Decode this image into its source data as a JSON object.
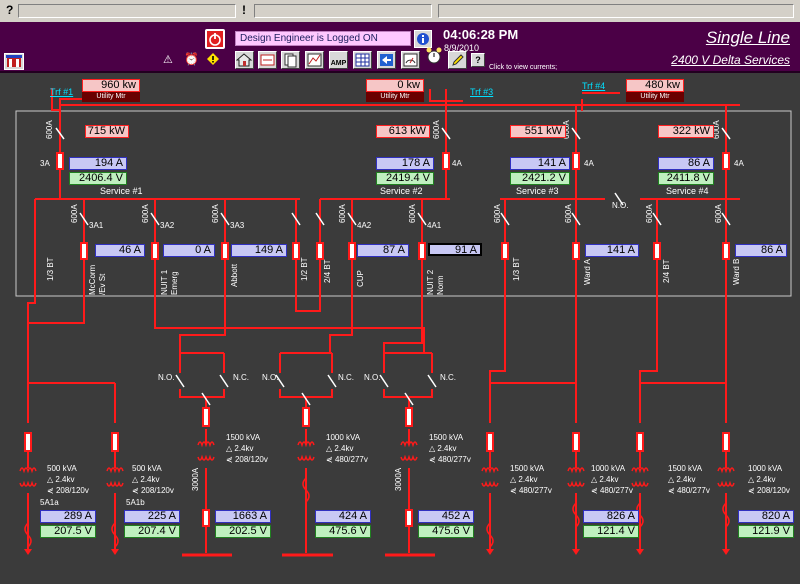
{
  "statusbar": {
    "left_glyph": "?",
    "mid_glyph": "!"
  },
  "header": {
    "login_status": "Design Engineer is Logged ON",
    "time": "04:06:28 PM",
    "date": "8/9/2010",
    "click_hint": "Click to view currents;",
    "title": "Single Line",
    "subtitle": "2400 V Delta Services",
    "toolbar_icons": [
      "home-icon",
      "panel-icon",
      "pages-icon",
      "graph-icon",
      "amp-icon",
      "table-icon",
      "back-icon",
      "meter-icon",
      "alarm-icon",
      "pen-icon",
      "help-icon"
    ],
    "amp_label": "AMP"
  },
  "utility": [
    {
      "trf": "Trf #1",
      "kw": "960 kw",
      "label": "Utility Mtr"
    },
    {
      "trf": "",
      "kw": "0 kw",
      "label": "Utility Mtr"
    },
    {
      "trf": "Trf #3",
      "kw": "",
      "label": ""
    },
    {
      "trf": "Trf #4",
      "kw": "480 kw",
      "label": "Utility Mtr"
    }
  ],
  "services": [
    {
      "name": "Service #1",
      "breaker": "600A",
      "fuse": "3A",
      "kw": "715 kW",
      "amps": "194 A",
      "volts": "2406.4 V"
    },
    {
      "name": "Service #2",
      "breaker": "600A",
      "fuse": "4A",
      "kw": "613 kW",
      "amps": "178 A",
      "volts": "2419.4 V"
    },
    {
      "name": "Service #3",
      "breaker": "600A",
      "fuse": "4A",
      "kw": "551 kW",
      "amps": "141 A",
      "volts": "2421.2 V"
    },
    {
      "name": "Service #4",
      "breaker": "600A",
      "fuse": "4A",
      "kw": "322 kW",
      "amps": "86 A",
      "volts": "2411.8 V"
    }
  ],
  "feeders": [
    {
      "breaker": "600A",
      "id": "3A1",
      "label": "McCorm /Ev St",
      "bt": "1/3 BT",
      "amps": "46 A"
    },
    {
      "breaker": "600A",
      "id": "3A2",
      "label": "NUIT 1 Emerg",
      "bt": "",
      "amps": "0 A"
    },
    {
      "breaker": "600A",
      "id": "3A3",
      "label": "Abbott",
      "bt": "",
      "amps": "149 A"
    },
    {
      "breaker": "",
      "id": "",
      "label": "",
      "bt": "1/2 BT",
      "amps": ""
    },
    {
      "breaker": "600A",
      "id": "4A2",
      "label": "CUP",
      "bt": "2/4 BT",
      "amps": "87 A"
    },
    {
      "breaker": "600A",
      "id": "4A1",
      "label": "NUIT 2 Norm",
      "bt": "",
      "amps": "91 A"
    },
    {
      "breaker": "600A",
      "id": "",
      "label": "",
      "bt": "1/3 BT",
      "amps": ""
    },
    {
      "breaker": "600A",
      "id": "",
      "label": "Ward A",
      "bt": "",
      "amps": "141 A"
    },
    {
      "breaker": "600A",
      "id": "",
      "label": "",
      "bt": "2/4 BT",
      "amps": ""
    },
    {
      "breaker": "600A",
      "id": "",
      "label": "Ward B",
      "bt": "",
      "amps": "86 A"
    }
  ],
  "no_label": "N.O.",
  "nc_label": "N.C.",
  "transformers": [
    {
      "kva": "500 kVA",
      "hv": "2.4kv",
      "lv": "208/120v",
      "id": "5A1a",
      "amps": "289 A",
      "volts": "207.5 V"
    },
    {
      "kva": "500 kVA",
      "hv": "2.4kv",
      "lv": "208/120v",
      "id": "5A1b",
      "amps": "225 A",
      "volts": "207.4 V"
    },
    {
      "kva": "1500 kVA",
      "hv": "2.4kv",
      "lv": "208/120v",
      "breaker": "3000A",
      "amps": "1663 A",
      "volts": "202.5 V"
    },
    {
      "kva": "1000 kVA",
      "hv": "2.4kv",
      "lv": "480/277v",
      "amps": "424 A",
      "volts": "475.6 V"
    },
    {
      "kva": "1500 kVA",
      "hv": "2.4kv",
      "lv": "480/277v",
      "breaker": "3000A",
      "amps": "452 A",
      "volts": "475.6 V"
    },
    {
      "kva": "1500 kVA",
      "hv": "2.4kv",
      "lv": "480/277v",
      "amps": "",
      "volts": ""
    },
    {
      "kva": "1000 kVA",
      "hv": "2.4kv",
      "lv": "480/277v",
      "amps": "826 A",
      "volts": "121.4 V"
    },
    {
      "kva": "1500 kVA",
      "hv": "2.4kv",
      "lv": "480/277v",
      "amps": "",
      "volts": ""
    },
    {
      "kva": "1000 kVA",
      "hv": "2.4kv",
      "lv": "208/120v",
      "amps": "820 A",
      "volts": "121.9 V"
    }
  ],
  "colors": {
    "bus": "#ff1a1a",
    "header": "#4b0046",
    "background": "#3b3b3b"
  }
}
